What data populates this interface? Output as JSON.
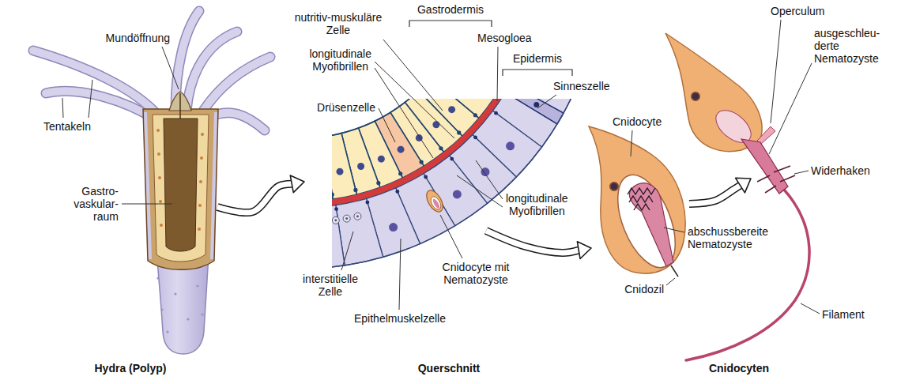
{
  "diagram": {
    "nodes": [
      {
        "text": [
          "Hydra (Polyp)"
        ]
      },
      {
        "text": [
          "Querschnitt"
        ]
      },
      {
        "text": [
          "Cnidocyten"
        ]
      }
    ],
    "edges": [
      {
        "from": 0,
        "to": 1,
        "arrow": "to"
      },
      {
        "from": 1,
        "to": 2,
        "arrow": "to"
      }
    ],
    "labels": [
      "Mundöffnung",
      "Tentakeln",
      "Gastro- vaskular- raum",
      "nutritiv-muskuläre Zelle",
      "Gastrodermis",
      "Mesogloea",
      "Epidermis",
      "Sinneszelle",
      "longitudinale Myofibrillen",
      "Drüsenzelle",
      "longitudinale Myofibrillen",
      "interstitielle Zelle",
      "Cnidocyte mit Nematozyste",
      "Epithelmuskelzelle",
      "Cnidocyte",
      "Operculum",
      "ausgeschleu- derte Nematozyste",
      "Widerhaken",
      "abschussbereite Nematozyste",
      "Cnidozil",
      "Filament"
    ]
  }
}
